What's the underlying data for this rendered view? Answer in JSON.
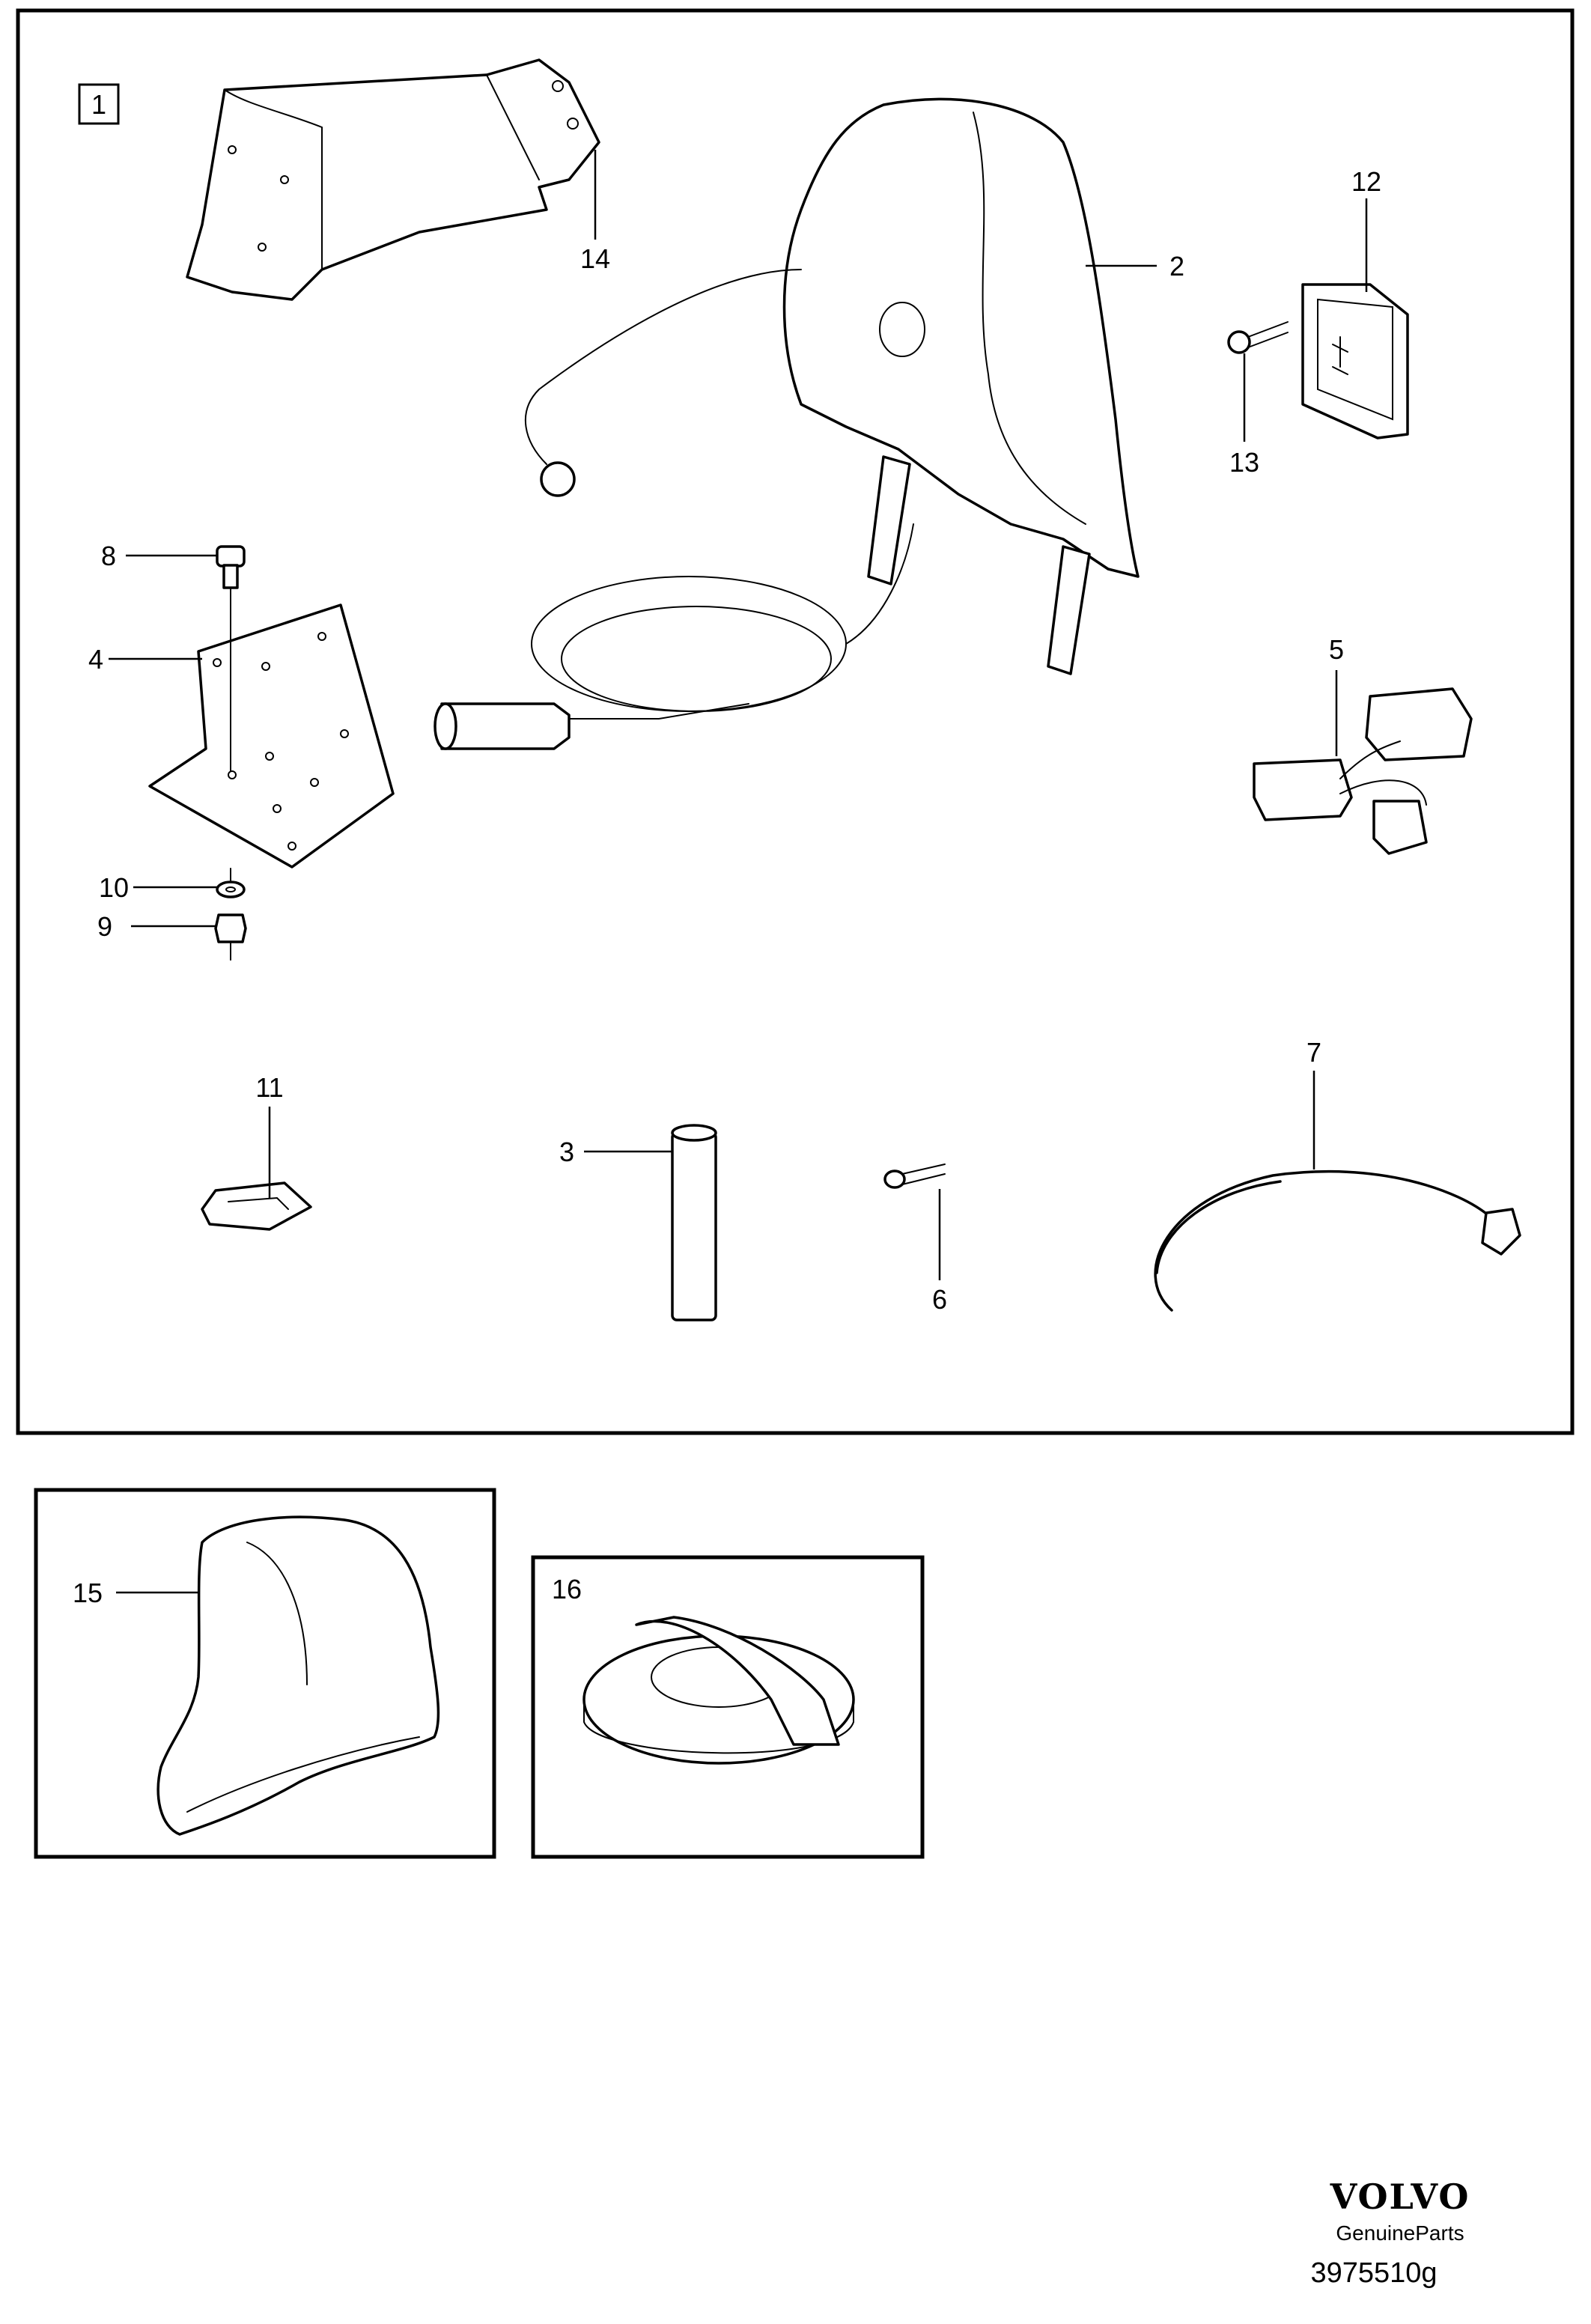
{
  "figure": {
    "kit_label": "1",
    "callouts": {
      "c2": "2",
      "c3": "3",
      "c4": "4",
      "c5": "5",
      "c6": "6",
      "c7": "7",
      "c8": "8",
      "c9": "9",
      "c10": "10",
      "c11": "11",
      "c12": "12",
      "c13": "13",
      "c14": "14",
      "c15": "15",
      "c16": "16"
    }
  },
  "branding": {
    "logo": "VOLVO",
    "tagline": "GenuineParts",
    "figure_code": "3975510g"
  }
}
